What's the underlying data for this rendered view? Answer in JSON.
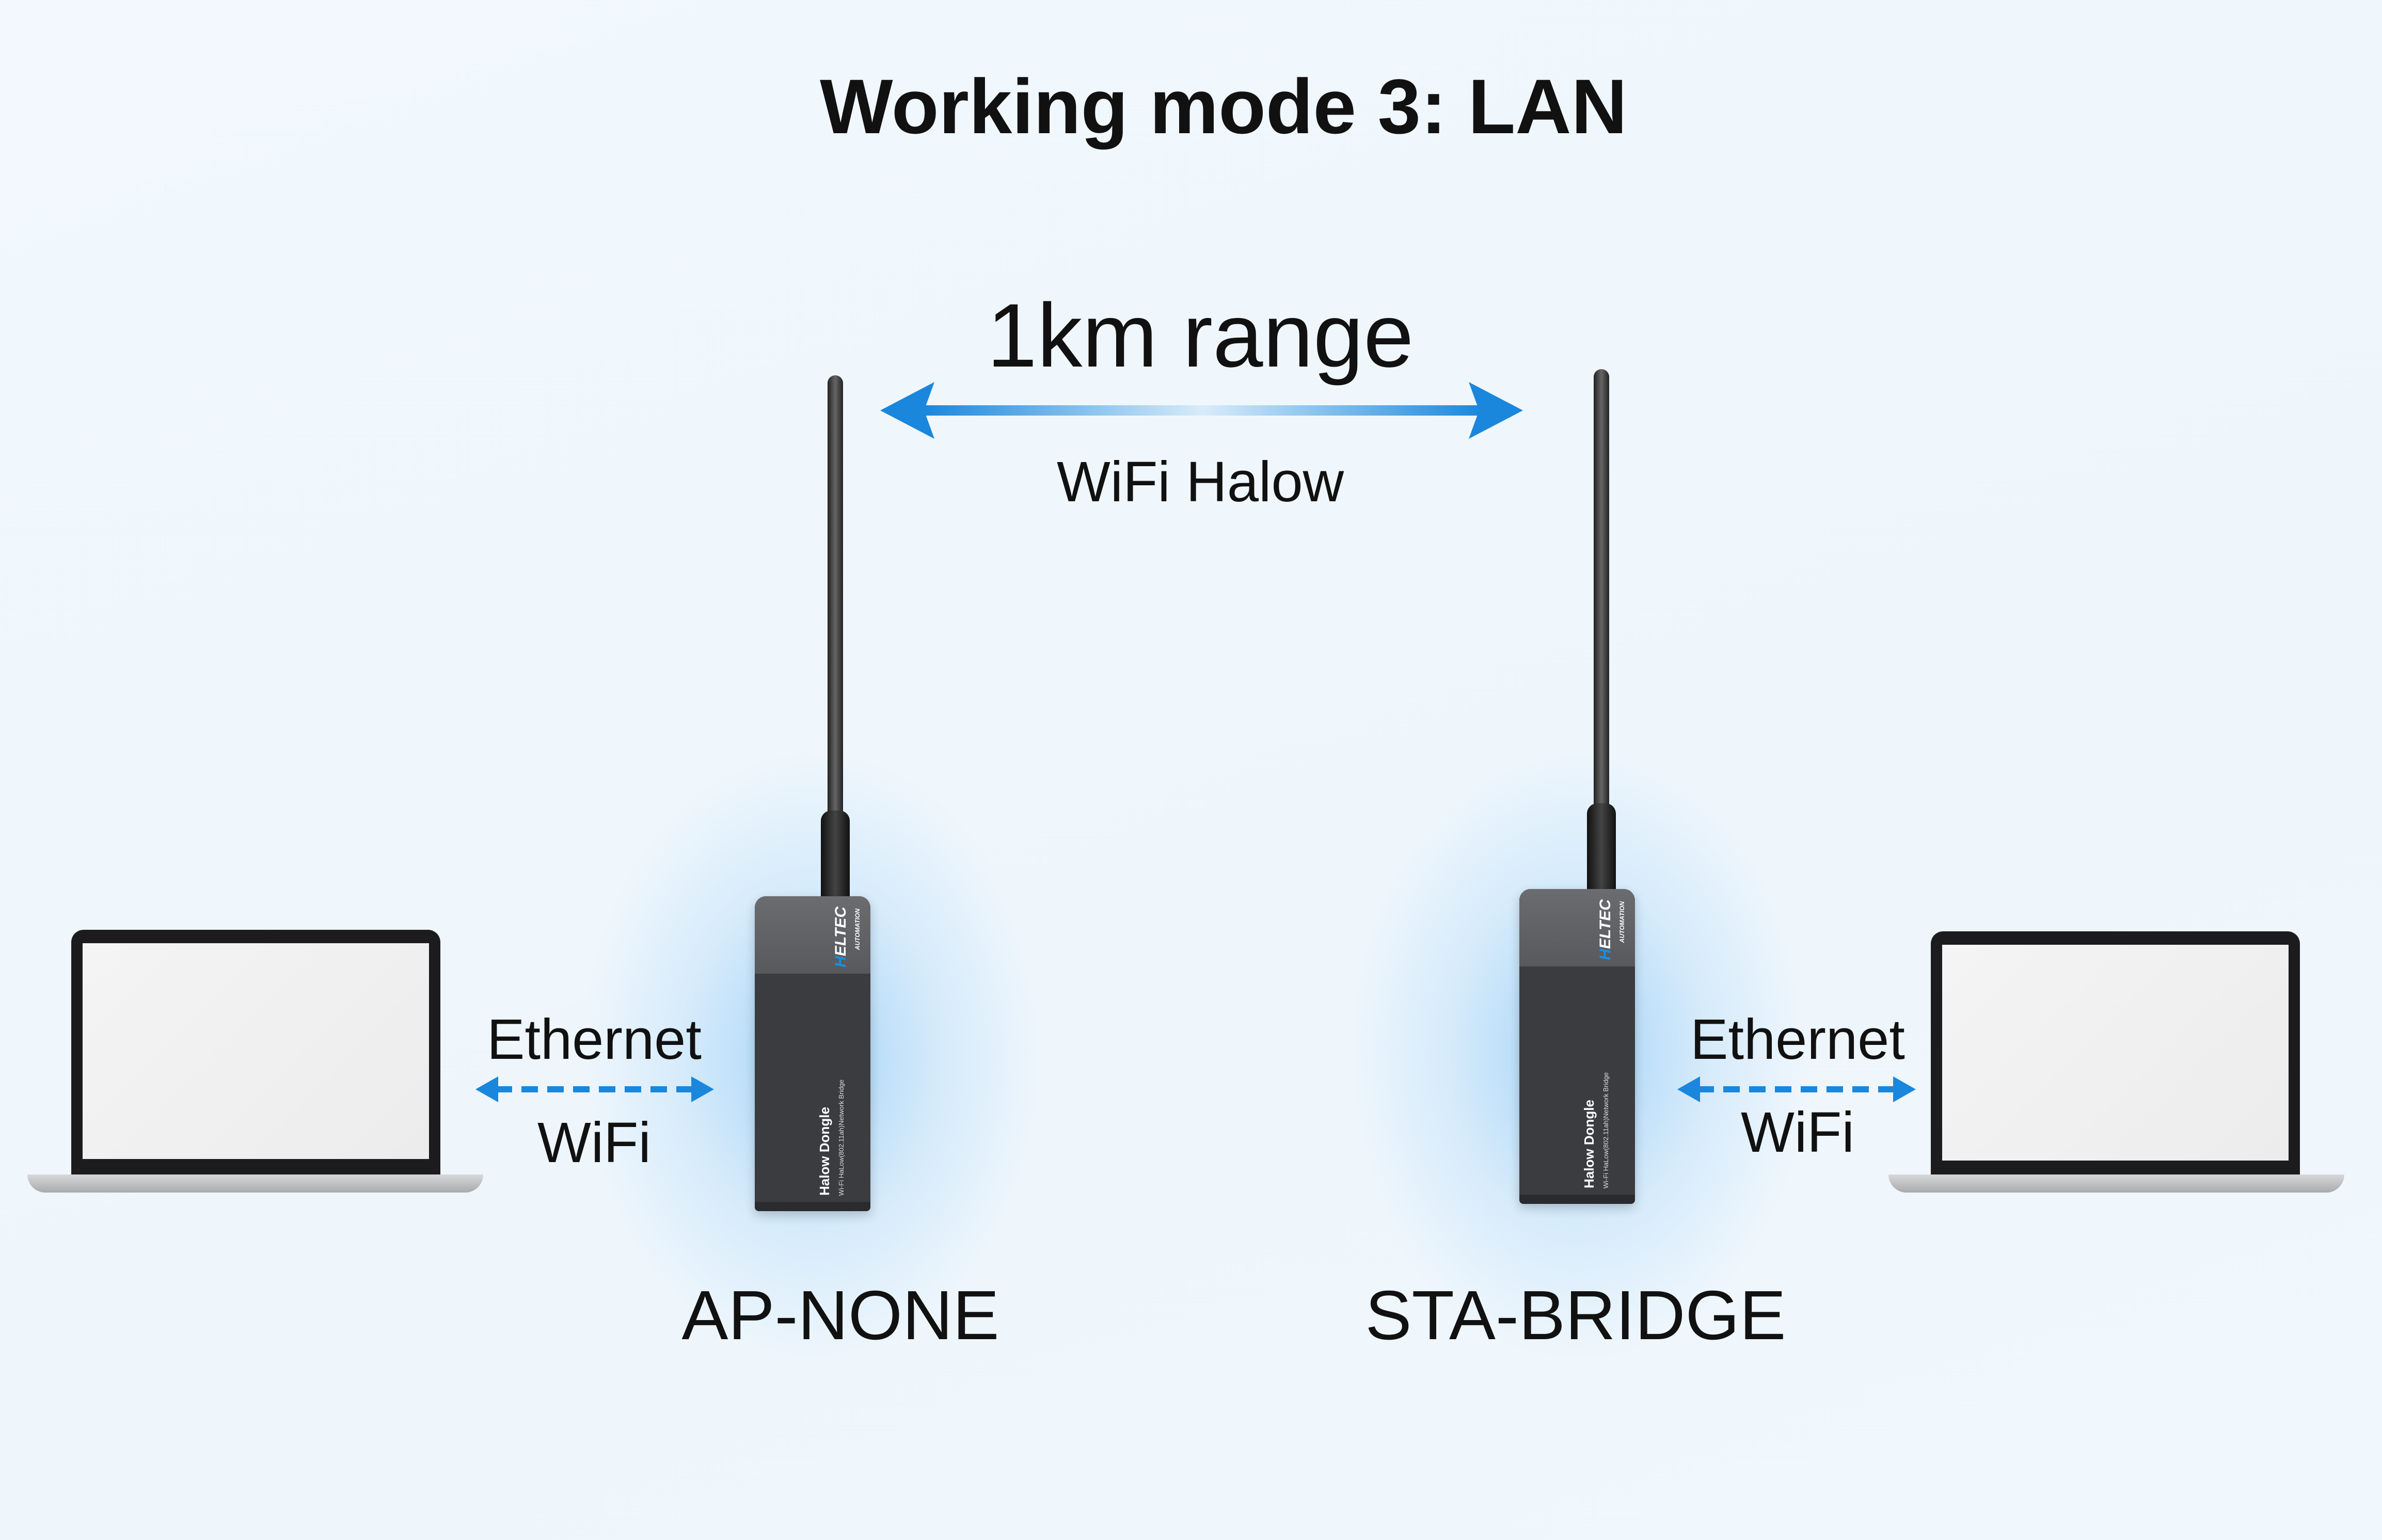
{
  "title": "Working mode 3: LAN",
  "link": {
    "range": "1km range",
    "protocol": "WiFi Halow"
  },
  "left": {
    "connection_top": "Ethernet",
    "connection_bottom": "WiFi",
    "device_mode": "AP-NONE"
  },
  "right": {
    "connection_top": "Ethernet",
    "connection_bottom": "WiFi",
    "device_mode": "STA-BRIDGE"
  },
  "dongle": {
    "brand": "HELTEC",
    "brand_sub": "AUTOMATION",
    "name": "Halow Dongle",
    "description": "Wi-Fi HaLow(802.11ah)Network Bridge"
  },
  "colors": {
    "accent": "#1a87dc",
    "text": "#111111"
  }
}
